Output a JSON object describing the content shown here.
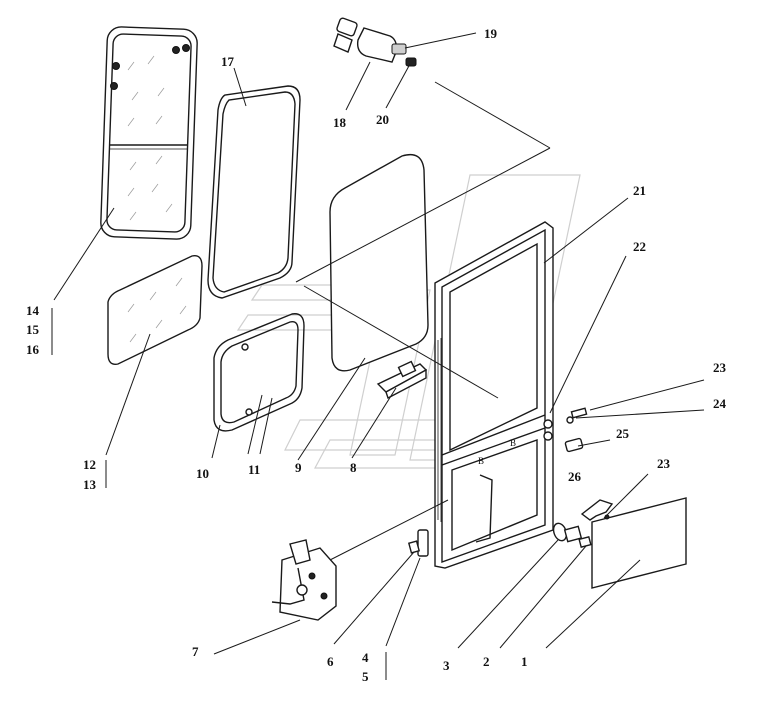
{
  "callouts": [
    {
      "id": "c1",
      "text": "1"
    },
    {
      "id": "c2",
      "text": "2"
    },
    {
      "id": "c3",
      "text": "3"
    },
    {
      "id": "c4",
      "text": "4"
    },
    {
      "id": "c5",
      "text": "5"
    },
    {
      "id": "c6",
      "text": "6"
    },
    {
      "id": "c7",
      "text": "7"
    },
    {
      "id": "c8",
      "text": "8"
    },
    {
      "id": "c9",
      "text": "9"
    },
    {
      "id": "c10",
      "text": "10"
    },
    {
      "id": "c11",
      "text": "11"
    },
    {
      "id": "c12",
      "text": "12"
    },
    {
      "id": "c13",
      "text": "13"
    },
    {
      "id": "c14",
      "text": "14"
    },
    {
      "id": "c15",
      "text": "15"
    },
    {
      "id": "c16",
      "text": "16"
    },
    {
      "id": "c17",
      "text": "17"
    },
    {
      "id": "c18",
      "text": "18"
    },
    {
      "id": "c19",
      "text": "19"
    },
    {
      "id": "c20",
      "text": "20"
    },
    {
      "id": "c21",
      "text": "21"
    },
    {
      "id": "c22",
      "text": "22"
    },
    {
      "id": "c23a",
      "text": "23"
    },
    {
      "id": "c23b",
      "text": "23"
    },
    {
      "id": "c24",
      "text": "24"
    },
    {
      "id": "c25",
      "text": "25"
    },
    {
      "id": "c26",
      "text": "26"
    }
  ]
}
